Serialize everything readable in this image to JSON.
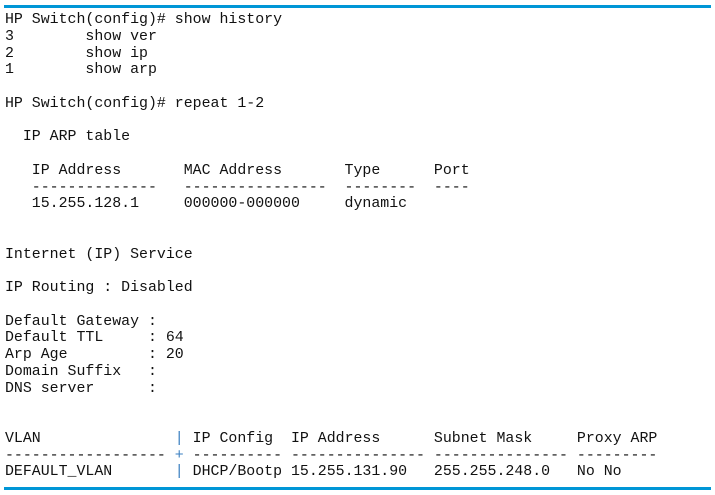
{
  "accent_color": "#0096d6",
  "terminal": {
    "lines": [
      "HP Switch(config)# show history",
      "3        show ver",
      "2        show ip",
      "1        show arp",
      "",
      "HP Switch(config)# repeat 1-2",
      "",
      "  IP ARP table",
      "",
      "   IP Address       MAC Address       Type      Port",
      "   --------------   ----------------  --------  ----",
      "   15.255.128.1     000000-000000     dynamic",
      "",
      "",
      "Internet (IP) Service",
      "",
      "IP Routing : Disabled",
      "",
      "Default Gateway :",
      "Default TTL     : 64",
      "Arp Age         : 20",
      "Domain Suffix   :",
      "DNS server      :",
      "",
      ""
    ],
    "vlan_table": [
      {
        "left": "VLAN               ",
        "sep": "|",
        "right": " IP Config  IP Address      Subnet Mask     Proxy ARP"
      },
      {
        "left": "------------------ ",
        "sep": "+",
        "right": " ---------- --------------- --------------- ---------"
      },
      {
        "left": "DEFAULT_VLAN       ",
        "sep": "|",
        "right": " DHCP/Bootp 15.255.131.90   255.255.248.0   No No"
      }
    ]
  }
}
